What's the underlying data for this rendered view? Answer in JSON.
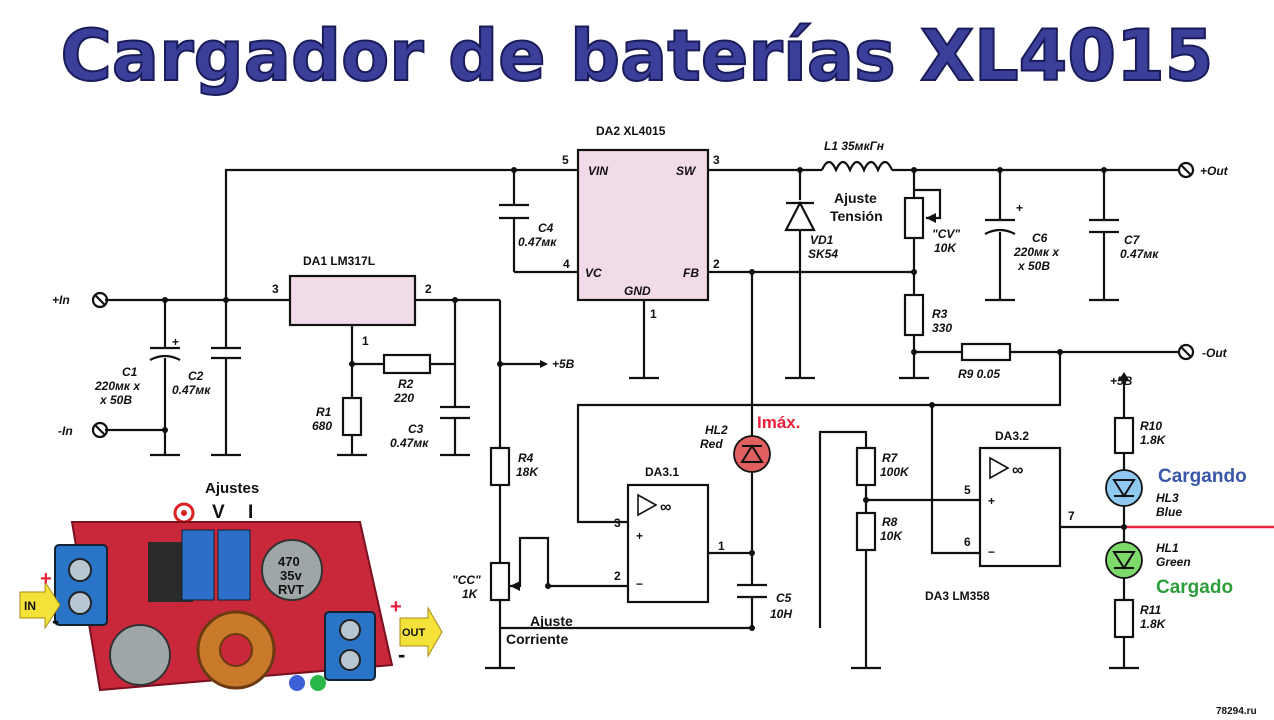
{
  "title": "Cargador de baterías XL4015",
  "watermark": "78294.ru",
  "ic": {
    "da2": "DA2 XL4015",
    "da2_pins": {
      "vin": "VIN",
      "sw": "SW",
      "vc": "VC",
      "fb": "FB",
      "gnd": "GND"
    },
    "da1": "DA1 LM317L",
    "da31": "DA3.1",
    "da32": "DA3.2",
    "da3": "DA3 LM358"
  },
  "pins": {
    "p5": "5",
    "p3": "3",
    "p4": "4",
    "p2": "2",
    "p1": "1",
    "p6": "6",
    "p7": "7"
  },
  "terminals": {
    "in_pos": "+In",
    "in_neg": "-In",
    "out_pos": "+Out",
    "out_neg": "-Out",
    "v5": "+5B",
    "v5b": "+5B"
  },
  "components": {
    "c1": "C1",
    "c1_val1": "220мк x",
    "c1_val2": "x 50B",
    "c2": "C2",
    "c2_val": "0.47мк",
    "c3": "C3",
    "c3_val": "0.47мк",
    "c4": "C4",
    "c4_val": "0.47мк",
    "c5": "C5",
    "c5_val": "10H",
    "c6": "C6",
    "c6_val1": "220мк x",
    "c6_val2": "x 50B",
    "c7": "C7",
    "c7_val": "0.47мк",
    "r1": "R1",
    "r1_val": "680",
    "r2": "R2",
    "r2_val": "220",
    "r3": "R3",
    "r3_val": "330",
    "r4": "R4",
    "r4_val": "18K",
    "r7": "R7",
    "r7_val": "100K",
    "r8": "R8",
    "r8_val": "10K",
    "r9": "R9 0.05",
    "r10": "R10",
    "r10_val": "1.8K",
    "r11": "R11",
    "r11_val": "1.8K",
    "l1": "L1 35мкГн",
    "vd1": "VD1",
    "vd1_val": "SK54",
    "cv": "\"CV\"",
    "cv_val": "10K",
    "cc": "\"CC\"",
    "cc_val": "1K",
    "hl2": "HL2",
    "hl2_val": "Red",
    "hl3": "HL3",
    "hl3_val": "Blue",
    "hl1": "HL1",
    "hl1_val": "Green"
  },
  "annotations": {
    "ajuste_tension_1": "Ajuste",
    "ajuste_tension_2": "Tensión",
    "ajuste_corriente_1": "Ajuste",
    "ajuste_corriente_2": "Corriente",
    "imax": "Imáx.",
    "cargando": "Cargando",
    "cargado": "Cargado"
  },
  "board": {
    "ajustes": "Ajustes",
    "v": "V",
    "i": "I",
    "in": "IN",
    "out": "OUT",
    "plus": "+",
    "minus": "-",
    "cap_text1": "470",
    "cap_text2": "35v",
    "cap_text3": "RVT"
  },
  "colors": {
    "title_fill": "#3b3f9a",
    "imax": "#e8203a",
    "cargando": "#3a56a8",
    "cargado": "#2e9d3c",
    "led_red": "#e06060",
    "led_blue": "#8ec8f0",
    "led_green": "#7ed86a",
    "pcb": "#c8283a"
  }
}
